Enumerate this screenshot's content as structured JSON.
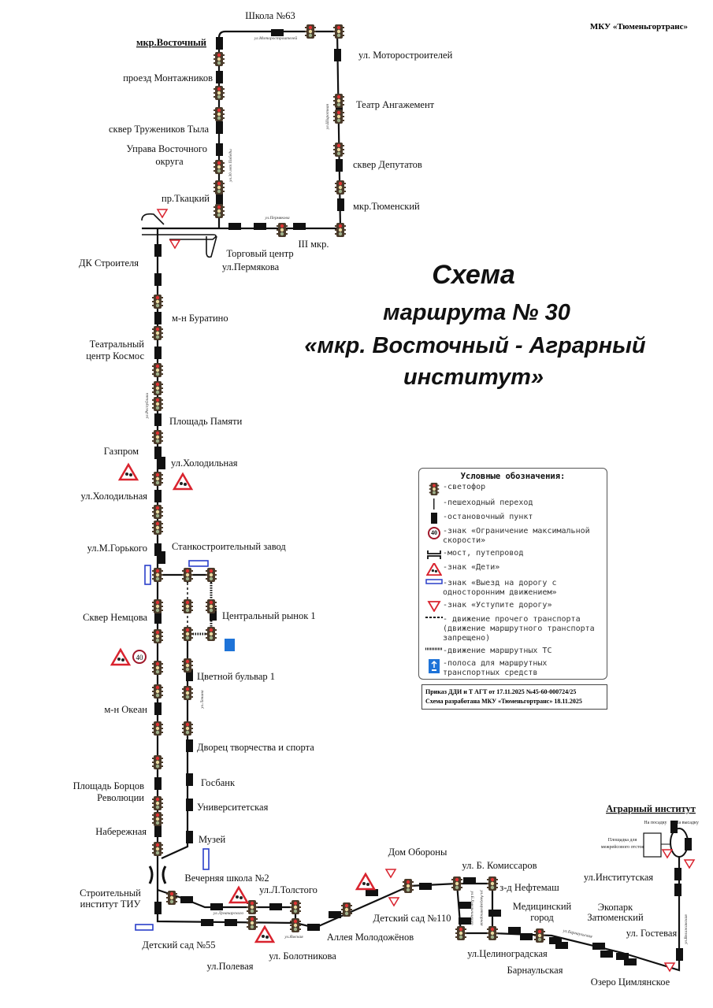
{
  "organization": "МКУ «Тюменьгортранс»",
  "title": {
    "line1": "Схема",
    "line2": "маршрута № 30",
    "line3": "«мкр. Восточный - Аграрный",
    "line4": "институт»"
  },
  "terminals": {
    "start": "мкр.Восточный",
    "end": "Аграрный институт",
    "boarding": "На посадку",
    "alighting": "На высадку",
    "layover_1": "Площадка для",
    "layover_2": "межрейсового отстоя"
  },
  "stops": {
    "s1": "проезд Монтажников",
    "s2": "сквер Тружеников Тыла",
    "s3a": "Управа Восточного",
    "s3b": "округа",
    "s4": "пр.Ткацкий",
    "s5": "Школа №63",
    "s6": "ул. Моторостроителей",
    "s7": "Театр Ангажемент",
    "s8": "сквер Депутатов",
    "s9": "мкр.Тюменский",
    "s10": "III мкр.",
    "s11": "Торговый центр",
    "s12": "ул.Пермякова",
    "s13": "ДК Строителя",
    "s14": "м-н Буратино",
    "s15a": "Театральный",
    "s15b": "центр Космос",
    "s16": "Площадь Памяти",
    "s17": "Газпром",
    "s18": "ул.Холодильная",
    "s19": "ул.Холодильная",
    "s20": "ул.М.Горького",
    "s21": "Станкостроительный завод",
    "s22": "Центральный рынок 1",
    "s23": "Сквер Немцова",
    "s24": "Цветной бульвар 1",
    "s25": "м-н Океан",
    "s26": "Дворец творчества и спорта",
    "s27": "Госбанк",
    "s28a": "Площадь Борцов",
    "s28b": "Революции",
    "s29": "Университетская",
    "s30": "Набережная",
    "s31": "Музей",
    "s32a": "Строительный",
    "s32b": "институт ТИУ",
    "s33": "Вечерняя школа №2",
    "s34": "ул.Л.Толстого",
    "s35": "Детский сад №55",
    "s36": "ул.Полевая",
    "s37": "ул. Болотникова",
    "s38": "Аллея Молодожёнов",
    "s39": "Дом Обороны",
    "s40": "Детский сад №110",
    "s41": "ул. Б. Комиссаров",
    "s42": "з-д Нефтемаш",
    "s43a": "Медицинский",
    "s43b": "город",
    "s44": "ул.Целиноградская",
    "s45": "Барнаульская",
    "s46a": "Экопарк",
    "s46b": "Затюменский",
    "s47": "ул. Гостевая",
    "s48": "Озеро Цимлянское",
    "s49": "ул.Институтская"
  },
  "streets": {
    "motor": "ул.Моторостроителей",
    "shirotnaya": "ул.Широтная",
    "pobedy": "ул.30 лет Победы",
    "permyakova": "ул.Пермякова",
    "respubliki": "ул.Республики",
    "lenina": "ул.Ленина",
    "lunacharskogo": "ул.Луначарского",
    "yamskaya": "ул.Ямская",
    "khmelnitskogo": "ул.Б.Хмельницкого",
    "akkum": "ул.Аккумуляторная",
    "barnaulskaya": "ул.Барнаульская",
    "velizhanskaya": "ул.Велижанская"
  },
  "legend": {
    "heading": "Условные обозначения:",
    "items": [
      {
        "icon": "traffic-light-icon",
        "text": "-светофор"
      },
      {
        "icon": "crosswalk-icon",
        "text": "-пешеходный переход"
      },
      {
        "icon": "bus-stop-icon",
        "text": "-остановочный пункт"
      },
      {
        "icon": "speed-limit-icon",
        "text": "-знак «Ограничение максимальной скорости»"
      },
      {
        "icon": "bridge-icon",
        "text": "-мост, путепровод"
      },
      {
        "icon": "children-sign-icon",
        "text": "-знак «Дети»"
      },
      {
        "icon": "one-way-entry-icon",
        "text": "-знак «Выезд на дорогу с односторонним движением»"
      },
      {
        "icon": "yield-sign-icon",
        "text": "-знак «Уступите дорогу»"
      },
      {
        "icon": "dashed-line-icon",
        "text": "- движение прочего транспорта (движение маршрутного транспорта запрещено)"
      },
      {
        "icon": "dotted-line-icon",
        "text": "-движение маршрутных ТС"
      },
      {
        "icon": "bus-lane-icon",
        "text": "-полоса для маршрутных транспортных средств"
      }
    ],
    "speed_value": "40"
  },
  "order": {
    "line1": "Приказ ДДИ и Т АГТ от 17.11.2025 №45-60-000724/25",
    "line2": "Схема разработана МКУ «Тюменьгортранс» 18.11.2025"
  },
  "colors": {
    "route": "#111111",
    "sign_red": "#d9232e",
    "sign_blue": "#2a3fc9",
    "lane_blue": "#1e73d8"
  }
}
